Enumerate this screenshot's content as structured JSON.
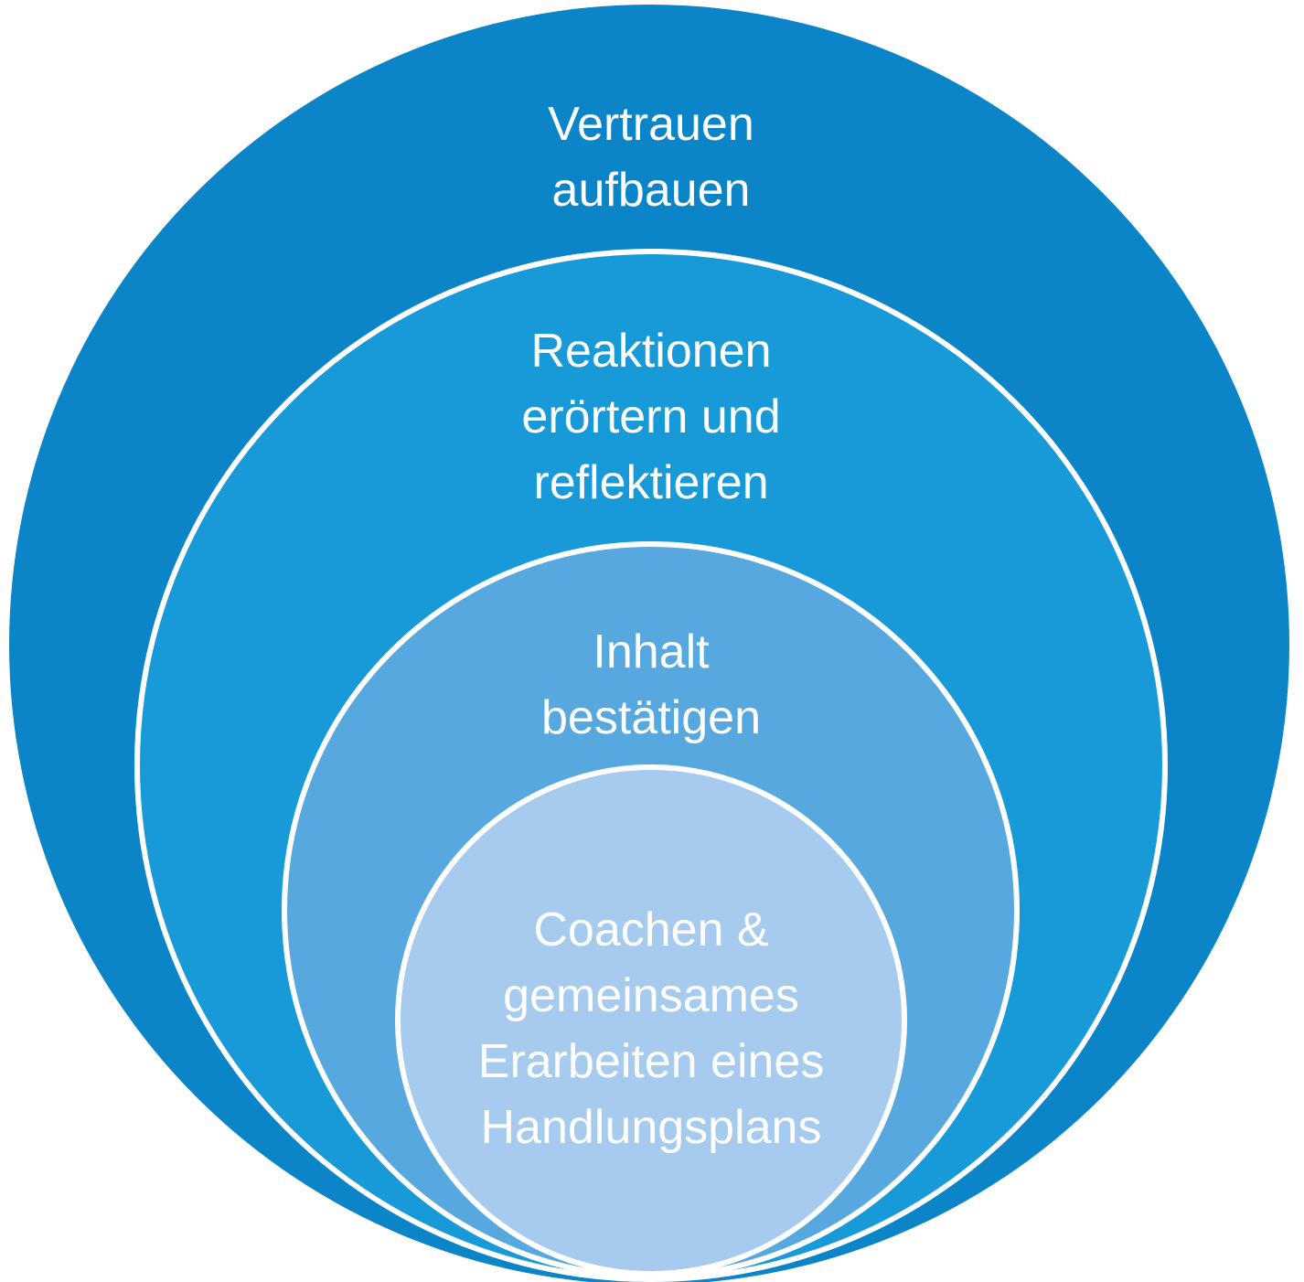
{
  "diagram": {
    "type": "nested-circles",
    "background": "#ffffff",
    "divider_color": "#ffffff",
    "text_color": "#ffffff",
    "rings": [
      {
        "label": "Vertrauen aufbauen",
        "lines": [
          "Vertrauen",
          "aufbauen"
        ],
        "color": "#0b84c8"
      },
      {
        "label": "Reaktionen erörtern und reflektieren",
        "lines": [
          "Reaktionen",
          "erörtern und",
          "reflektieren"
        ],
        "color": "#189ad8"
      },
      {
        "label": "Inhalt bestätigen",
        "lines": [
          "Inhalt",
          "bestätigen"
        ],
        "color": "#57a8df"
      },
      {
        "label": "Coachen & gemeinsames Erarbeiten eines Handlungsplans",
        "lines": [
          "Coachen &",
          "gemeinsames",
          "Erarbeiten eines",
          "Handlungsplans"
        ],
        "color": "#a6cbee"
      }
    ]
  }
}
